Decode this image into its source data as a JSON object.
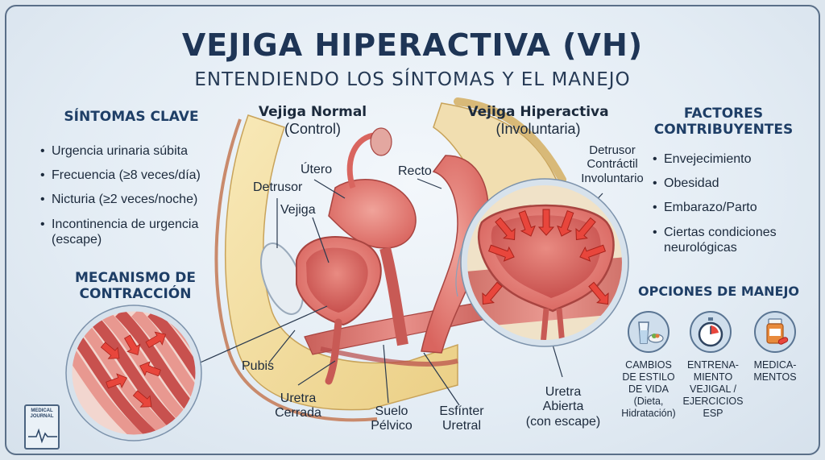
{
  "header": {
    "title": "VEJIGA HIPERACTIVA (VH)",
    "subtitle": "ENTENDIENDO LOS SÍNTOMAS Y EL MANEJO"
  },
  "symptoms": {
    "heading": "SÍNTOMAS CLAVE",
    "items": [
      "Urgencia urinaria súbita",
      "Frecuencia (≥8 veces/día)",
      "Nicturia (≥2 veces/noche)",
      "Incontinencia de urgencia (escape)"
    ]
  },
  "mechanism": {
    "heading_line1": "MECANISMO DE",
    "heading_line2": "CONTRACCIÓN"
  },
  "normal_bladder": {
    "title": "Vejiga Normal",
    "subtitle": "(Control)"
  },
  "overactive_bladder": {
    "title": "Vejiga Hiperactiva",
    "subtitle": "(Involuntaria)"
  },
  "anatomy_labels": {
    "detrusor": "Detrusor",
    "vejiga": "Vejiga",
    "utero": "Útero",
    "recto": "Recto",
    "pubis": "Pubis",
    "uretra_cerrada_1": "Uretra",
    "uretra_cerrada_2": "Cerrada",
    "suelo_1": "Suelo",
    "suelo_2": "Pélvico",
    "esfinter_1": "Esfínter",
    "esfinter_2": "Uretral",
    "detrusor_inv_1": "Detrusor",
    "detrusor_inv_2": "Contráctil",
    "detrusor_inv_3": "Involuntario",
    "uretra_abierta_1": "Uretra",
    "uretra_abierta_2": "Abierta",
    "uretra_abierta_3": "(con escape)"
  },
  "factors": {
    "heading_line1": "FACTORES",
    "heading_line2": "CONTRIBUYENTES",
    "items": [
      "Envejecimiento",
      "Obesidad",
      "Embarazo/Parto",
      "Ciertas condiciones neurológicas"
    ]
  },
  "management": {
    "heading": "OPCIONES DE MANEJO",
    "options": [
      {
        "lines": [
          "CAMBIOS",
          "DE ESTILO",
          "DE VIDA",
          "(Dieta,",
          "Hidratación)"
        ],
        "icon": "glass-food-icon"
      },
      {
        "lines": [
          "ENTRENA-",
          "MIENTO",
          "VEJIGAL /",
          "EJERCICIOS",
          "ESP"
        ],
        "icon": "stopwatch-icon"
      },
      {
        "lines": [
          "MEDICA-",
          "MENTOS"
        ],
        "icon": "pill-bottle-icon"
      }
    ]
  },
  "logo": {
    "line1": "MEDICAL",
    "line2": "JOURNAL"
  },
  "colors": {
    "heading": "#1e3e66",
    "tissue": "#e07a72",
    "tissue_dark": "#b84a48",
    "arrow": "#e8463c",
    "fat": "#f3dd9c"
  }
}
